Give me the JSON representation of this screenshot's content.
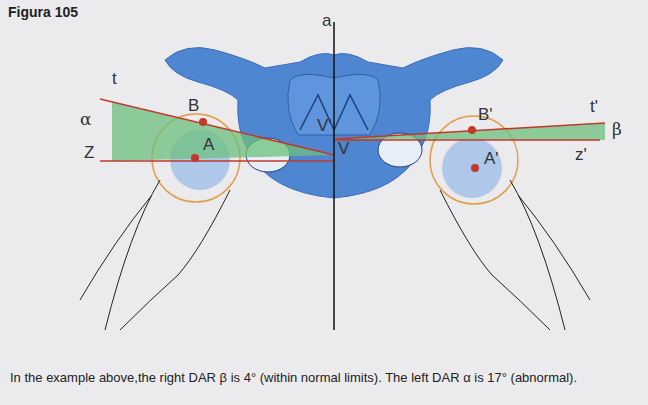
{
  "diagram": {
    "title": "Figura 105",
    "caption": "In the example above,the right DAR β is 4° (within normal limits). The left DAR α is 17° (abnormal).",
    "labels": [
      "a",
      "t",
      "α",
      "B",
      "V'",
      "B'",
      "t'",
      "β",
      "Z",
      "A",
      "V",
      "z'",
      "A'"
    ]
  }
}
